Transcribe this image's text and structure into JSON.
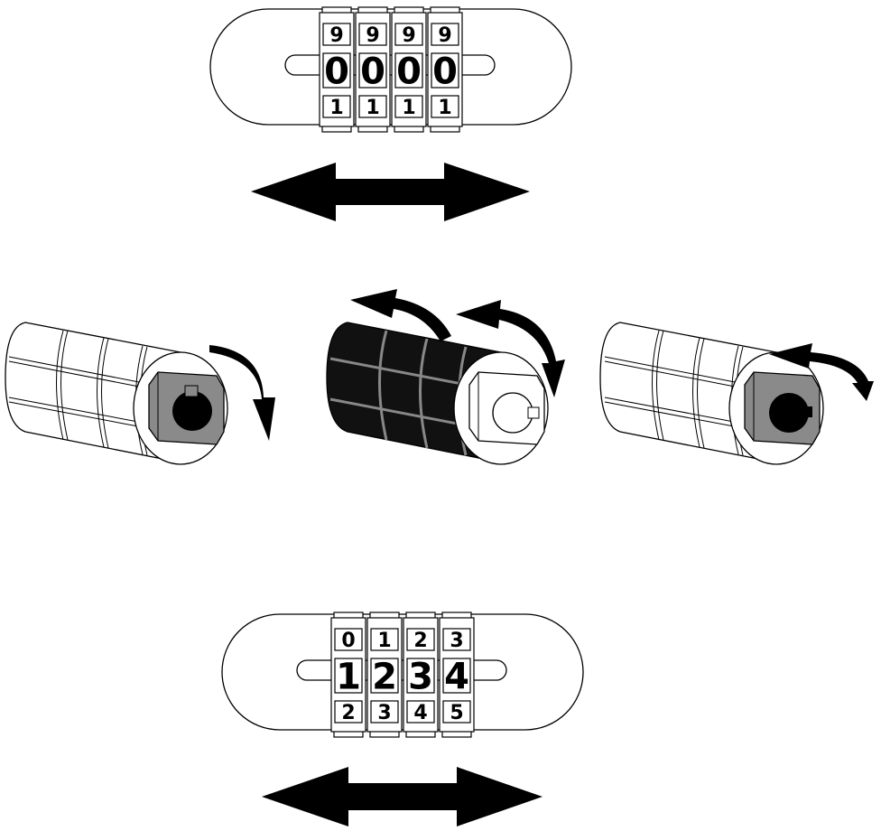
{
  "lock_top": {
    "row_upper": [
      "9",
      "9",
      "9",
      "9"
    ],
    "row_middle": [
      "0",
      "0",
      "0",
      "0"
    ],
    "row_lower": [
      "1",
      "1",
      "1",
      "1"
    ]
  },
  "lock_bottom": {
    "row_upper": [
      "0",
      "1",
      "2",
      "3"
    ],
    "row_middle": [
      "1",
      "2",
      "3",
      "4"
    ],
    "row_lower": [
      "2",
      "3",
      "4",
      "5"
    ]
  },
  "icons": {
    "double_arrow": "double-headed-arrow",
    "rotation_arrow": "curved-rotation-arrow",
    "cylinder": "combination-cylinder"
  },
  "colors": {
    "outline": "#000000",
    "body_fill": "#ffffff",
    "dark_cylinder": "#111111",
    "cylinder_grid_on_dark": "#888888",
    "cap_gray": "#8a8a8a"
  }
}
